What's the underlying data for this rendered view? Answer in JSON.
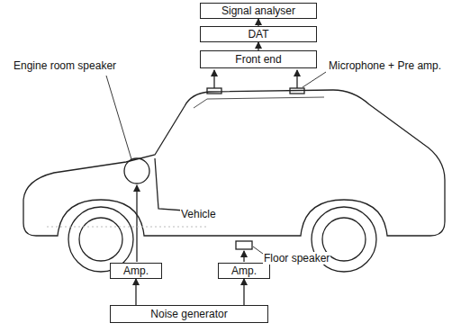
{
  "diagram": {
    "nodes": [
      {
        "text": [
          "Signal analyser"
        ]
      },
      {
        "text": [
          "DAT"
        ]
      },
      {
        "text": [
          "Front end"
        ]
      },
      {
        "text": [
          "Amp."
        ]
      },
      {
        "text": [
          "Amp."
        ]
      },
      {
        "text": [
          "Noise generator"
        ]
      }
    ],
    "edges": [
      {
        "from": 2,
        "to": 1,
        "arrow": "to"
      },
      {
        "from": 1,
        "to": 0,
        "arrow": "to"
      },
      {
        "from": 5,
        "to": 3,
        "arrow": "to"
      },
      {
        "from": 5,
        "to": 4,
        "arrow": "to"
      }
    ],
    "labels": [
      "Engine room speaker",
      "Microphone + Pre amp.",
      "Vehicle",
      "Floor speaker"
    ]
  }
}
